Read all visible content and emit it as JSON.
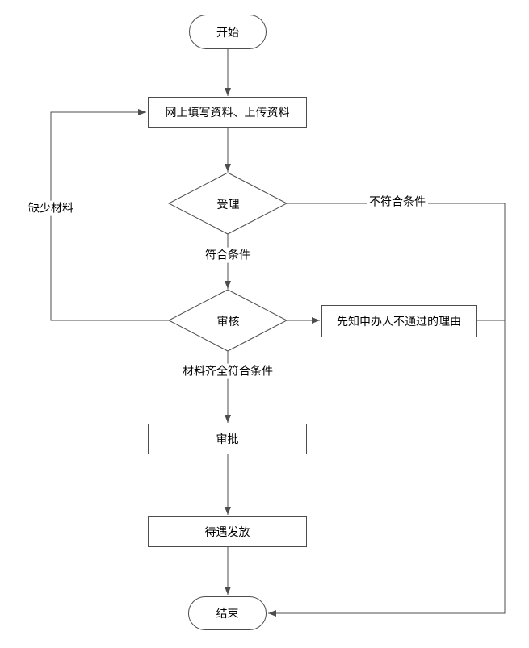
{
  "flowchart": {
    "title": "online-application-approval-flowchart",
    "nodes": {
      "start": {
        "label": "开始",
        "type": "terminator"
      },
      "fill_upload": {
        "label": "网上填写资料、上传资料",
        "type": "process"
      },
      "accept": {
        "label": "受理",
        "type": "decision"
      },
      "review": {
        "label": "审核",
        "type": "decision"
      },
      "notify_reason": {
        "label": "先知申办人不通过的理由",
        "type": "process"
      },
      "approve": {
        "label": "审批",
        "type": "process"
      },
      "benefit": {
        "label": "待遇发放",
        "type": "process"
      },
      "end": {
        "label": "结束",
        "type": "terminator"
      }
    },
    "edge_labels": {
      "not_qualified": "不符合条件",
      "qualified": "符合条件",
      "missing_material": "缺少材料",
      "complete_qualified": "材料齐全符合条件"
    },
    "colors": {
      "line": "#4d4d4d",
      "text": "#000000",
      "background": "#ffffff"
    }
  }
}
